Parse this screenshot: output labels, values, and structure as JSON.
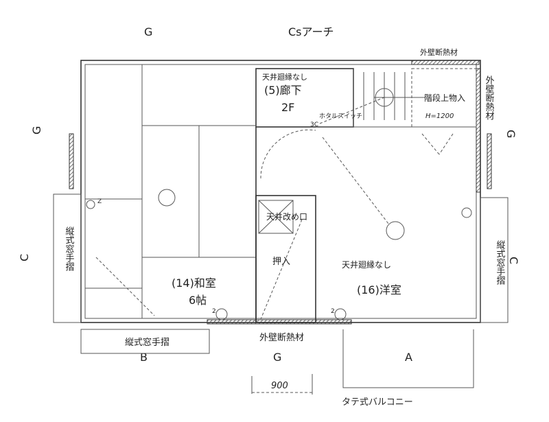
{
  "title": "2F",
  "grid_labels": {
    "top_left": "G",
    "top_center": "Csアーチ",
    "left": "G",
    "right": "G",
    "left_lower": "C",
    "right_lower": "C",
    "bottom_left": "B",
    "bottom_center": "G",
    "bottom_right": "A"
  },
  "rooms": {
    "hall": {
      "note": "天井廻縁なし",
      "name": "(5)廊下",
      "floor": "2F"
    },
    "stair_storage": {
      "name": "階段上物入",
      "height": "H=1200"
    },
    "switch": {
      "label": "ホタルスイッチ",
      "code": "3C"
    },
    "japanese_room": {
      "name": "(14)和室",
      "size": "6帖"
    },
    "closet": {
      "name": "押入",
      "access": "天井改め口"
    },
    "western_room": {
      "note": "天井廻縁なし",
      "name": "(16)洋室"
    }
  },
  "annotations": {
    "insulation_top": "外壁断熱材",
    "insulation_right": "外壁断熱材",
    "insulation_bottom": "外壁断熱材",
    "handrail_left": "縦式窓手摺",
    "handrail_right": "縦式窓手摺",
    "handrail_bottom": "縦式窓手摺",
    "balcony": "タテ式バルコニー",
    "outlet_2": "2",
    "outlet_left": "Z",
    "scale": "900"
  }
}
